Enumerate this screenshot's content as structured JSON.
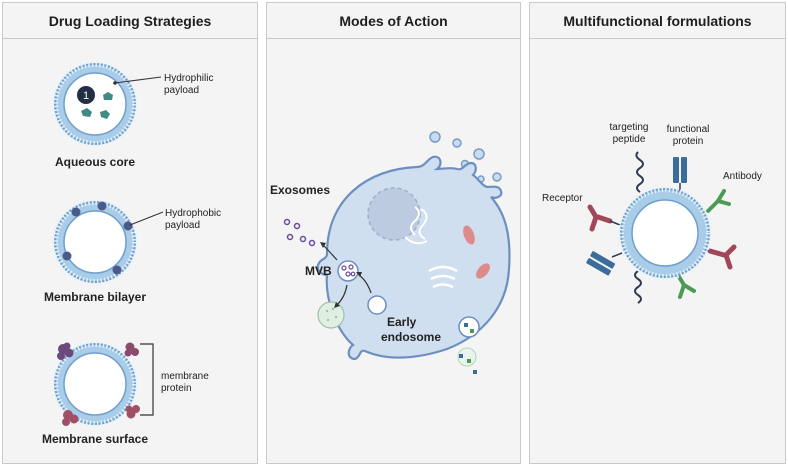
{
  "panels": {
    "loading": {
      "title": "Drug Loading Strategies",
      "aqueous_core": "Aqueous core",
      "membrane_bilayer": "Membrane bilayer",
      "membrane_surface": "Membrane surface",
      "hydrophilic_1": "Hydrophilic",
      "hydrophilic_2": "payload",
      "hydrophobic_1": "Hydrophobic",
      "hydrophobic_2": "payload",
      "membrane_1": "membrane",
      "membrane_2": "protein",
      "badge": "1"
    },
    "action": {
      "title": "Modes of Action",
      "exosomes": "Exosomes",
      "mvb": "MVB",
      "early_1": "Early",
      "early_2": "endosome"
    },
    "multi": {
      "title": "Multifunctional formulations",
      "targeting_1": "targeting",
      "targeting_2": "peptide",
      "functional_1": "functional",
      "functional_2": "protein",
      "antibody": "Antibody",
      "receptor": "Receptor"
    }
  },
  "colors": {
    "membrane": "#a9cde8",
    "membrane_edge": "#6f9fcc",
    "cell_fill": "#cfdff0",
    "cell_edge": "#6d8fc0",
    "payload_teal": "#3f8a83",
    "receptor": "#a0485a",
    "antibody": "#4d9a55",
    "functional": "#3b6c9c",
    "peptide": "#333a55",
    "surface_protein": "#8a4a6c"
  }
}
